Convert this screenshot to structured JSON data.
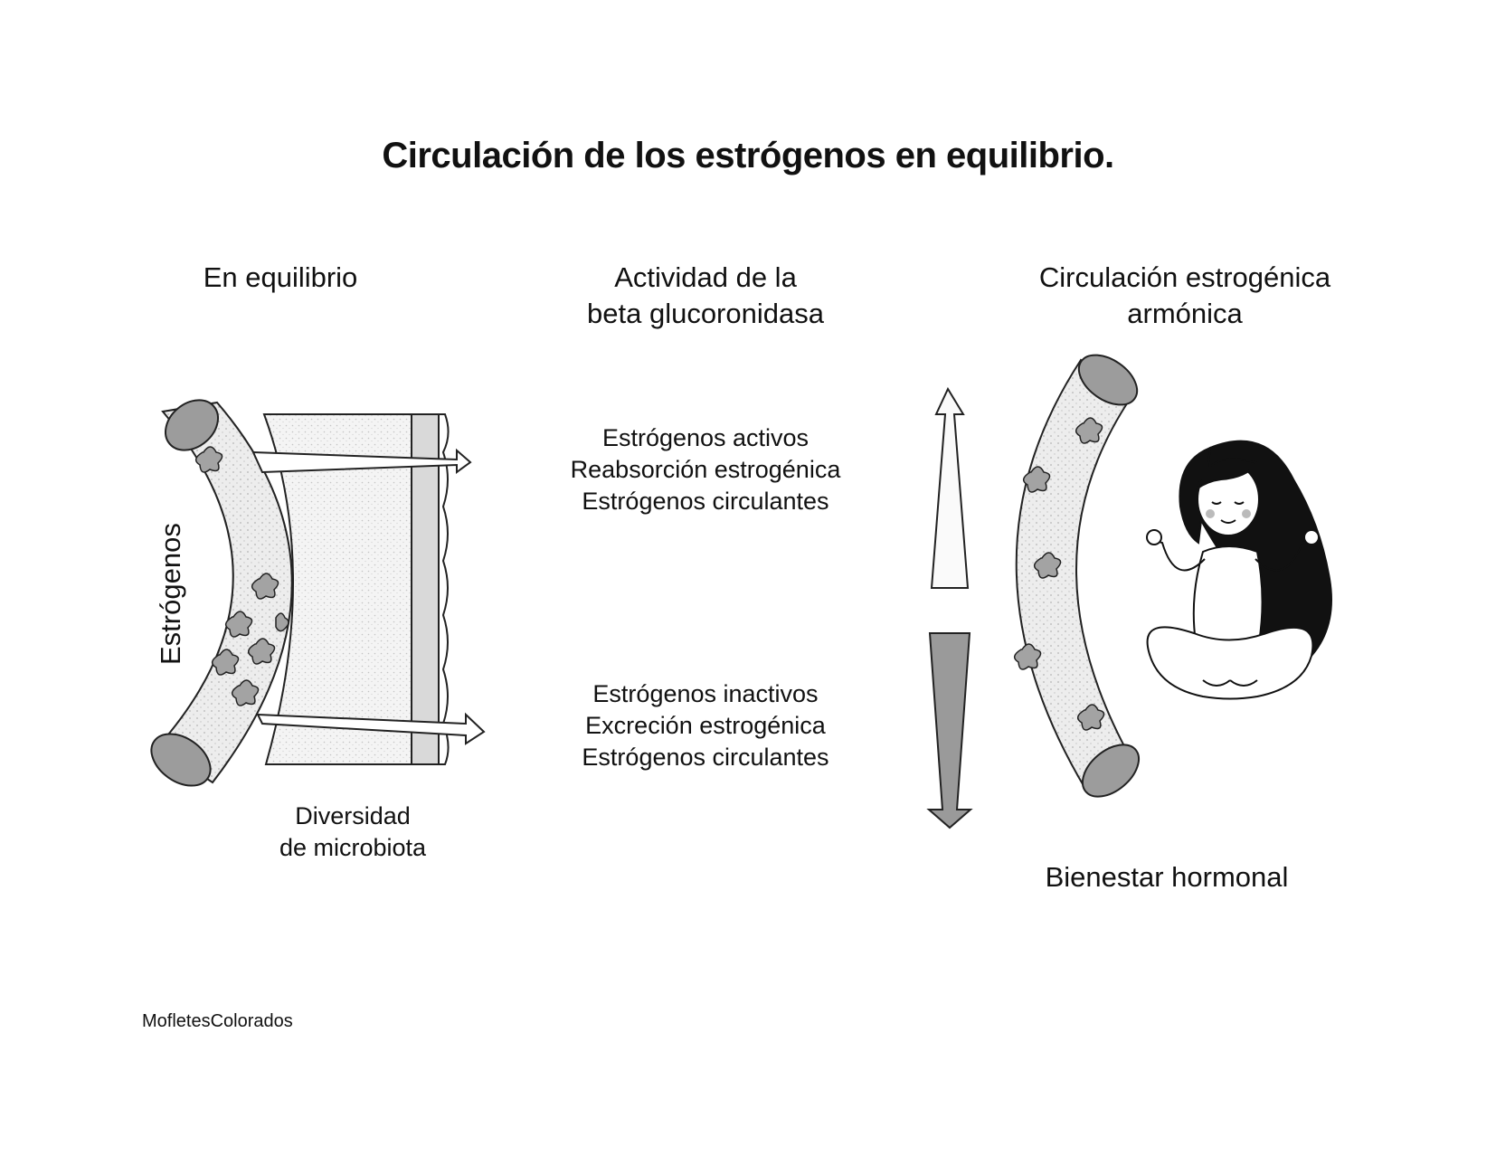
{
  "title": "Circulación de los estrógenos en equilibrio.",
  "columns": {
    "left": {
      "heading": "En equilibrio"
    },
    "middle": {
      "heading_line1": "Actividad de la",
      "heading_line2": "beta glucoronidasa"
    },
    "right": {
      "heading_line1": "Circulación estrogénica",
      "heading_line2": "armónica"
    }
  },
  "tube_label": "Estrógenos",
  "microbiota_label": {
    "line1": "Diversidad",
    "line2": "de microbiota"
  },
  "upper_block": [
    "Estrógenos activos",
    "Reabsorción estrogénica",
    "Estrógenos circulantes"
  ],
  "lower_block": [
    "Estrógenos inactivos",
    "Excreción estrogénica",
    "Estrógenos circulantes"
  ],
  "wellbeing_label": "Bienestar hormonal",
  "watermark": "MofletesColorados",
  "colors": {
    "ink": "#111111",
    "tube_fill": "#e6e6e6",
    "particle_fill": "#a8a8a8",
    "arrow_down_fill": "#9a9a9a",
    "hair": "#111111"
  }
}
